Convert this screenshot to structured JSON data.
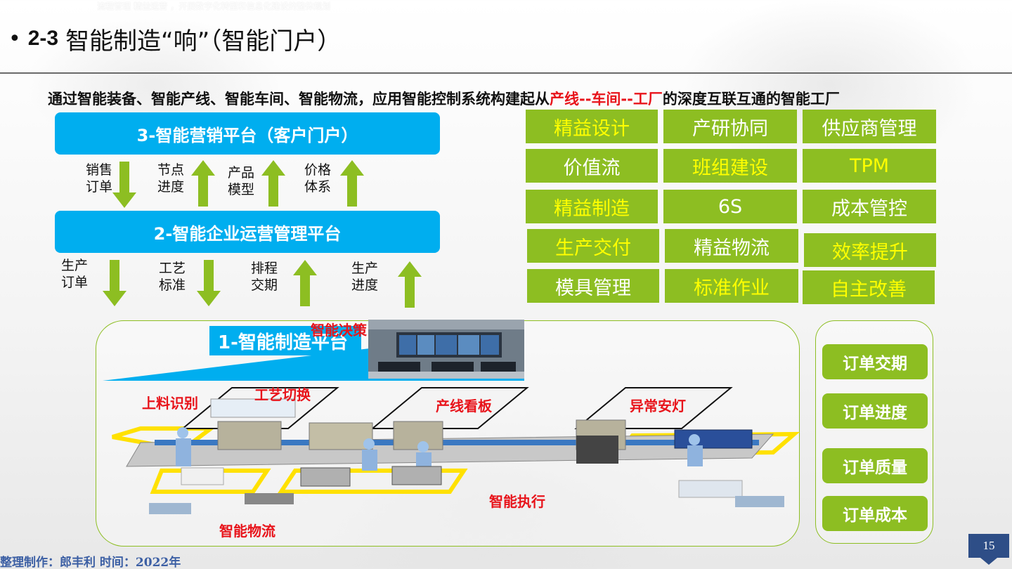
{
  "header": {
    "faint_text": "流程管理 精益运营 ，开展数字化转型和信息化建设的整体规划",
    "bullet": "•",
    "number": "2-3",
    "title": "智能制造“响”（智能门户）"
  },
  "subtitle": {
    "part1": "通过智能装备、智能产线、智能车间、智能物流，应用智能控制系统构建起从",
    "part_red": "产线--车间--工厂",
    "part2": "的深度互联互通的智能工厂"
  },
  "platforms": {
    "marketing": "3-智能营销平台（客户门户）",
    "operations": "2-智能企业运营管理平台",
    "manufacturing": "1-智能制造平台"
  },
  "flows_top": [
    {
      "l1": "销售",
      "l2": "订单",
      "dir": "down"
    },
    {
      "l1": "节点",
      "l2": "进度",
      "dir": "up"
    },
    {
      "l1": "产品",
      "l2": "模型",
      "dir": "up"
    },
    {
      "l1": "价格",
      "l2": "体系",
      "dir": "up"
    }
  ],
  "flows_bottom": [
    {
      "l1": "生产",
      "l2": "订单",
      "dir": "down"
    },
    {
      "l1": "工艺",
      "l2": "标准",
      "dir": "down"
    },
    {
      "l1": "排程",
      "l2": "交期",
      "dir": "up"
    },
    {
      "l1": "生产",
      "l2": "进度",
      "dir": "up"
    }
  ],
  "lean_grid": [
    [
      {
        "t": "精益设计",
        "y": true
      },
      {
        "t": "产研协同",
        "y": false
      },
      {
        "t": "供应商管理",
        "y": false
      }
    ],
    [
      {
        "t": "价值流",
        "y": false
      },
      {
        "t": "班组建设",
        "y": true
      },
      {
        "t": "TPM",
        "y": true
      }
    ],
    [
      {
        "t": "精益制造",
        "y": true
      },
      {
        "t": "6S",
        "y": false
      },
      {
        "t": "成本管控",
        "y": false
      }
    ],
    [
      {
        "t": "生产交付",
        "y": true
      },
      {
        "t": "精益物流",
        "y": false
      },
      {
        "t": "效率提升",
        "y": true
      }
    ],
    [
      {
        "t": "模具管理",
        "y": false
      },
      {
        "t": "标准作业",
        "y": true
      },
      {
        "t": "自主改善",
        "y": true
      }
    ]
  ],
  "orders": [
    "订单交期",
    "订单进度",
    "订单质量",
    "订单成本"
  ],
  "factory_labels": {
    "decision": "智能决策",
    "material_id": "上料识别",
    "process_switch": "工艺切换",
    "line_board": "产线看板",
    "andon": "异常安灯",
    "execution": "智能执行",
    "logistics": "智能物流"
  },
  "footer": {
    "credit": "整理制作：郎丰利 时间：2022年",
    "page": "15"
  },
  "colors": {
    "cyan": "#00aeef",
    "green": "#8dbe22",
    "red": "#e8141b",
    "navy": "#2e4e87"
  }
}
